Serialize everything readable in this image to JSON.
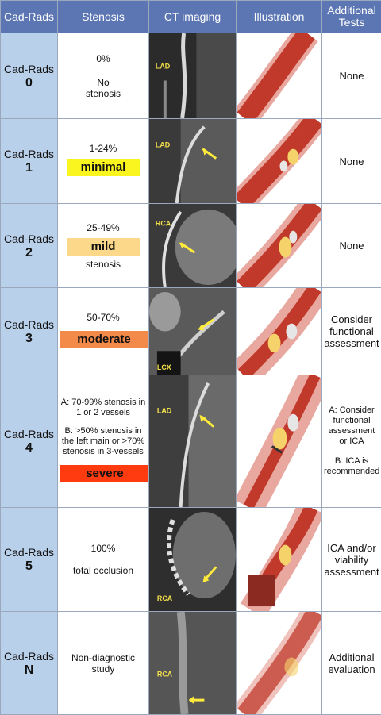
{
  "header": {
    "col1": "Cad-Rads",
    "col2": "Stenosis",
    "col3": "CT imaging",
    "col4": "Illustration",
    "col5": "Additional Tests"
  },
  "rows": [
    {
      "grade_label": "Cad-Rads",
      "grade_num": "0",
      "stenosis_pct": "0%",
      "stenosis_desc": "No stenosis",
      "ct_label": "LAD",
      "tests": "None"
    },
    {
      "grade_label": "Cad-Rads",
      "grade_num": "1",
      "stenosis_pct": "1-24%",
      "severity": "minimal",
      "ct_label": "LAD",
      "tests": "None"
    },
    {
      "grade_label": "Cad-Rads",
      "grade_num": "2",
      "stenosis_pct": "25-49%",
      "severity": "mild",
      "stenosis_desc": "stenosis",
      "ct_label": "RCA",
      "tests": "None"
    },
    {
      "grade_label": "Cad-Rads",
      "grade_num": "3",
      "stenosis_pct": "50-70%",
      "severity": "moderate",
      "ct_label": "LCX",
      "tests": "Consider functional assessment"
    },
    {
      "grade_label": "Cad-Rads",
      "grade_num": "4",
      "stenosis_a": "A: 70-99% stenosis in 1 or 2 vessels",
      "stenosis_b": "B: >50% stenosis in the left main or >70% stenosis in 3-vessels",
      "severity": "severe",
      "ct_label": "LAD",
      "tests_a": "A: Consider functional assessment or ICA",
      "tests_b": "B: ICA is recommended"
    },
    {
      "grade_label": "Cad-Rads",
      "grade_num": "5",
      "stenosis_pct": "100%",
      "stenosis_desc": "total occlusion",
      "ct_label": "RCA",
      "tests": "ICA and/or viability assessment"
    },
    {
      "grade_label": "Cad-Rads",
      "grade_num": "N",
      "stenosis_desc": "Non-diagnostic study",
      "ct_label": "RCA",
      "tests": "Additional evaluation"
    }
  ],
  "colors": {
    "header_bg": "#5b76b3",
    "grade_bg": "#b9d0ea",
    "minimal": "#fbf51f",
    "mild": "#fcd98a",
    "moderate": "#f48a4a",
    "severe": "#ff3b0f",
    "vessel": "#c0392b",
    "plaque": "#f5d36a"
  }
}
